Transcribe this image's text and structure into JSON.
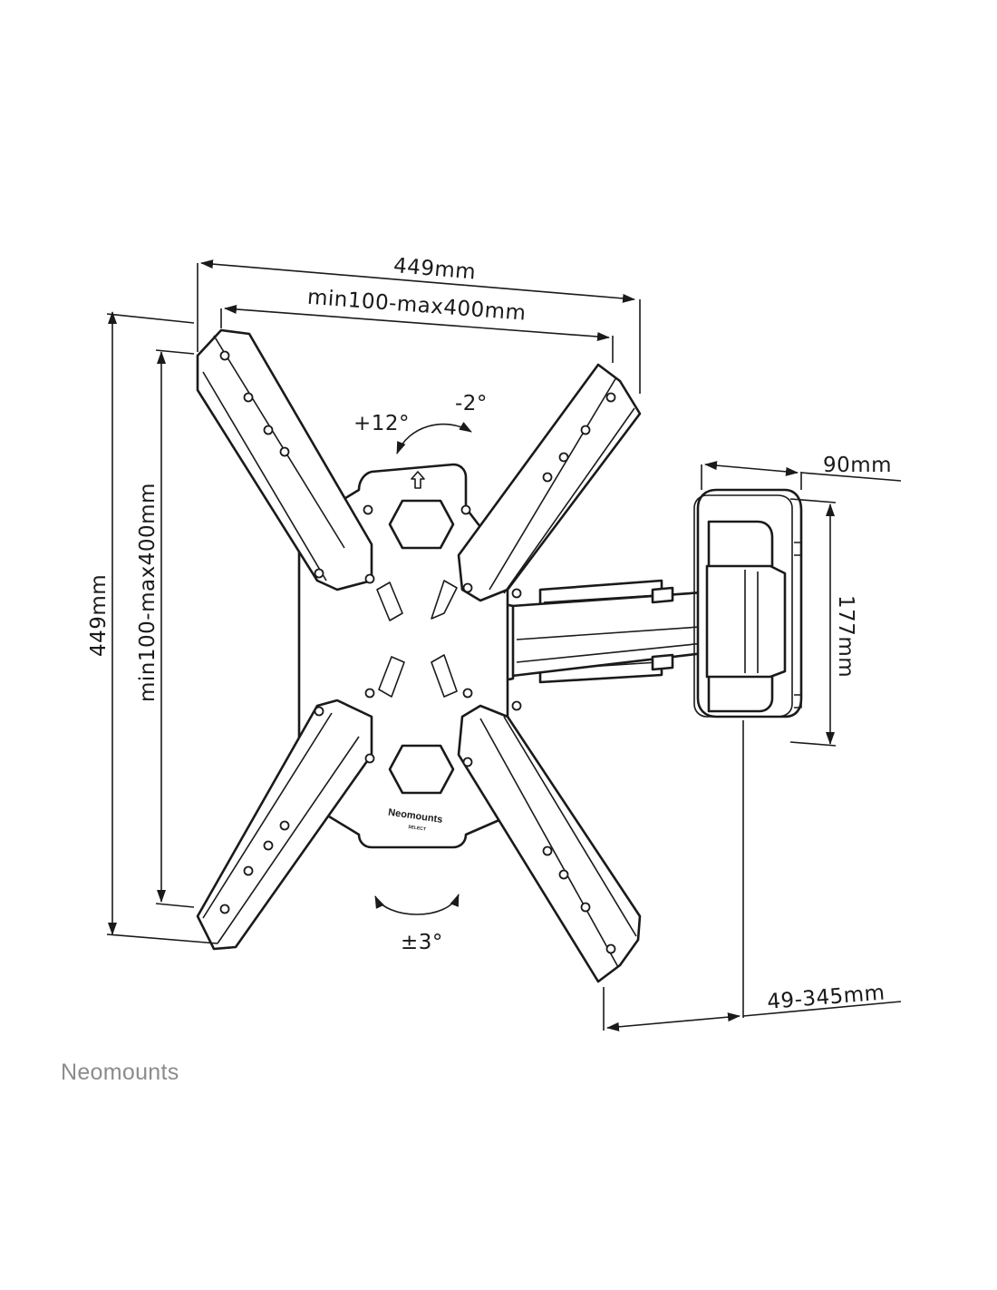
{
  "dimensions": {
    "plate_width": "449mm",
    "vesa_horizontal": "min100-max400mm",
    "plate_height": "449mm",
    "vesa_vertical": "min100-max400mm",
    "wall_plate_width": "90mm",
    "wall_plate_height": "177mm",
    "wall_distance": "49-345mm"
  },
  "angles": {
    "tilt_forward": "+12°",
    "tilt_back": "-2°",
    "rotation": "±3°"
  },
  "plate_logo": {
    "name": "Neomounts",
    "sub": "SELECT"
  },
  "footer": {
    "brand": "Neomounts"
  },
  "colors": {
    "line": "#1a1a1a",
    "brand_gray": "#8c8c8c",
    "background": "#ffffff"
  }
}
